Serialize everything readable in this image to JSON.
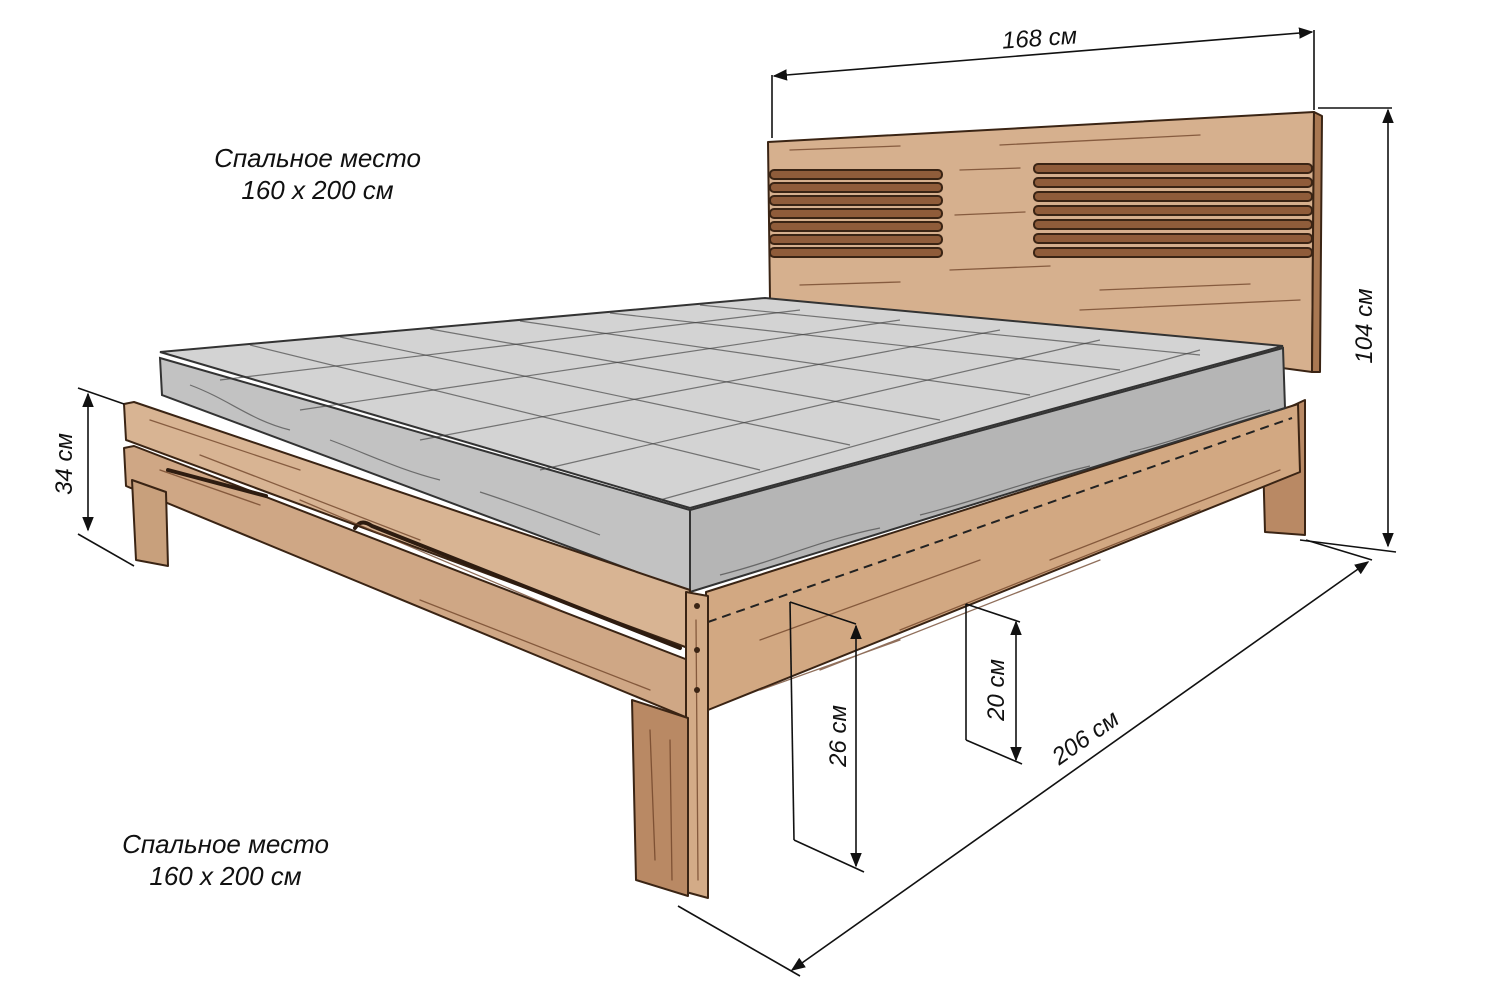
{
  "captions": {
    "top_line1": "Спальное место",
    "top_line2": "160 x 200 см",
    "bottom_line1": "Спальное место",
    "bottom_line2": "160 x 200 см"
  },
  "dimensions": {
    "width": "168 см",
    "headboard_height": "104 см",
    "footboard_height": "34 см",
    "leg_height": "26 см",
    "side_rail_height": "20 см",
    "length": "206 см"
  },
  "colors": {
    "wood_light": "#d8b493",
    "wood_mid": "#c49a74",
    "wood_dark": "#8a5a3a",
    "mattress": "#cfcfcf",
    "mattress_side": "#bdbdbd"
  }
}
